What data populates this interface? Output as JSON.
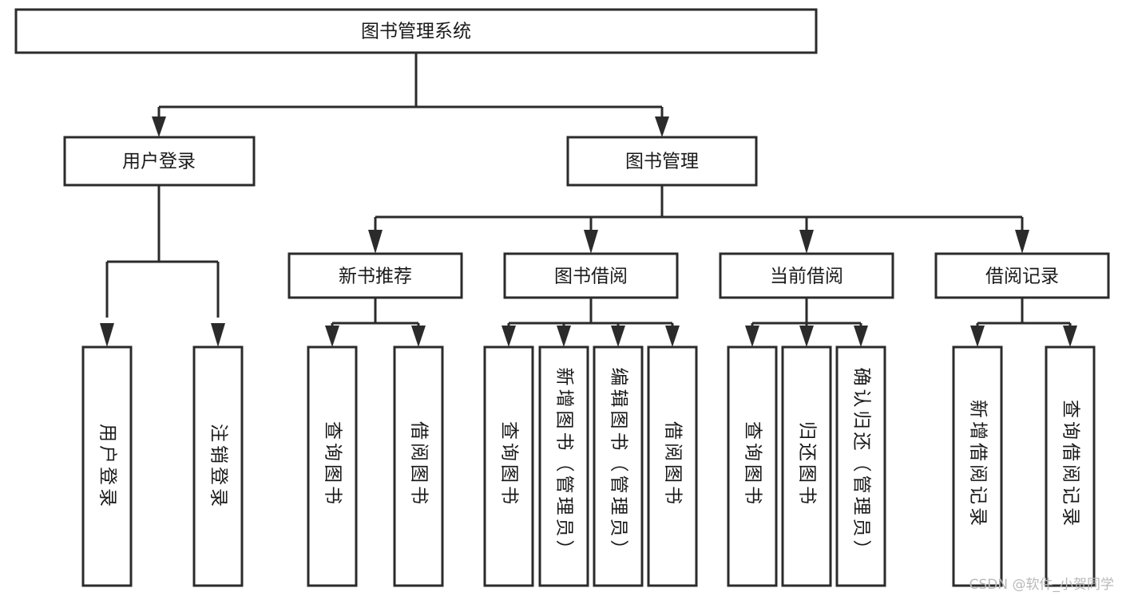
{
  "diagram": {
    "title": "图书管理系统",
    "type": "tree-hierarchy",
    "orientation": "top-down",
    "root": {
      "id": "root",
      "label": "图书管理系统"
    },
    "level2": [
      {
        "id": "user-login",
        "label": "用户登录"
      },
      {
        "id": "book-manage",
        "label": "图书管理"
      }
    ],
    "level3": [
      {
        "id": "new-book-rec",
        "label": "新书推荐",
        "parent": "book-manage"
      },
      {
        "id": "book-borrow",
        "label": "图书借阅",
        "parent": "book-manage"
      },
      {
        "id": "current-borrow",
        "label": "当前借阅",
        "parent": "book-manage"
      },
      {
        "id": "borrow-record",
        "label": "借阅记录",
        "parent": "book-manage"
      }
    ],
    "leaves": {
      "user-login": [
        {
          "id": "leaf-user-login",
          "label": "用户登录"
        },
        {
          "id": "leaf-logout",
          "label": "注销登录"
        }
      ],
      "new-book-rec": [
        {
          "id": "leaf-query-book-1",
          "label": "查询图书"
        },
        {
          "id": "leaf-borrow-book-1",
          "label": "借阅图书"
        }
      ],
      "book-borrow": [
        {
          "id": "leaf-query-book-2",
          "label": "查询图书"
        },
        {
          "id": "leaf-add-book",
          "label": "新增图书（管理员）"
        },
        {
          "id": "leaf-edit-book",
          "label": "编辑图书（管理员）"
        },
        {
          "id": "leaf-borrow-book-2",
          "label": "借阅图书"
        }
      ],
      "current-borrow": [
        {
          "id": "leaf-query-book-3",
          "label": "查询图书"
        },
        {
          "id": "leaf-return-book",
          "label": "归还图书"
        },
        {
          "id": "leaf-confirm-return",
          "label": "确认归还（管理员）"
        }
      ],
      "borrow-record": [
        {
          "id": "leaf-add-record",
          "label": "新增借阅记录"
        },
        {
          "id": "leaf-query-record",
          "label": "查询借阅记录"
        }
      ]
    }
  },
  "watermark": {
    "text": "CSDN @软件_小贺同学"
  },
  "colors": {
    "stroke": "#2b2b2b",
    "fill": "#ffffff",
    "text": "#1a1a1a",
    "watermark": "#b9b9b9"
  }
}
